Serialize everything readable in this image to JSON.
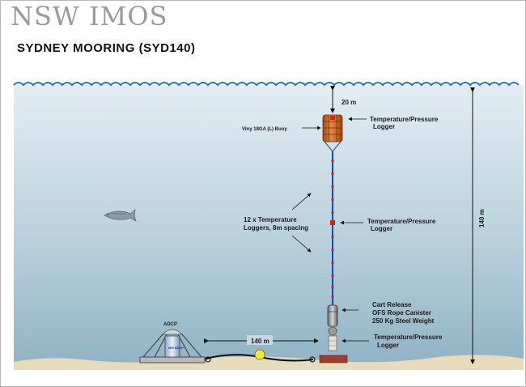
{
  "header": {
    "brand": "NSW IMOS",
    "title": "SYDNEY MOORING (SYD140)"
  },
  "diagram": {
    "surface_depth_label": "20 m",
    "water_depth_label": "140 m",
    "horizontal_distance_label": "140 m",
    "buoy_label": "Viny 18GA (L) Buoy",
    "logger_top_label": [
      "Temperature/Pressure",
      "Logger"
    ],
    "logger_mid_label": [
      "Temperature/Pressure",
      "Logger"
    ],
    "logger_bottom_label": [
      "Temperature/Pressure",
      "Logger"
    ],
    "temp_loggers_label": [
      "12 x Temperature",
      "Loggers, 8m spacing"
    ],
    "release_label": [
      "Cart Release",
      "OFS Rope Canister",
      "250 Kg Steel Weight"
    ],
    "adcp_label": "ADCP",
    "adcp_body_label": "WH ADCP",
    "colors": {
      "water_top": "#dde9f0",
      "water_bottom": "#93b6c6",
      "wave_line": "#1f6fd0",
      "sand": "#e7dbbd",
      "mooring_line": "#1c47b8",
      "logger_marker": "#e01b1b",
      "buoy": "#cc6a2a"
    }
  }
}
